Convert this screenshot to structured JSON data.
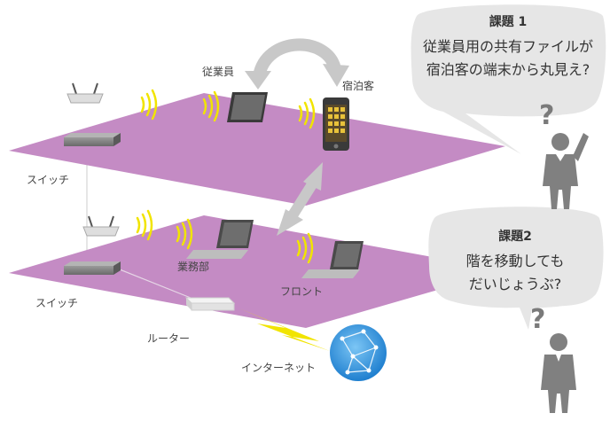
{
  "colors": {
    "floor": "#c48bc4",
    "bubble": "#e6e6e6",
    "person": "#808080",
    "wifi": "#f1e400",
    "arrow": "#c8c8c8",
    "globe": "#2a8fd6"
  },
  "labels": {
    "staff": "従業員",
    "guest": "宿泊客",
    "switch_upper": "スイッチ",
    "switch_lower": "スイッチ",
    "office": "業務部",
    "front": "フロント",
    "router": "ルーター",
    "internet": "インターネット"
  },
  "issues": [
    {
      "title": "課題 1",
      "lines": [
        "従業員用の共有ファイルが",
        "宿泊客の端末から丸見え?"
      ]
    },
    {
      "title": "課題2",
      "lines": [
        "階を移動しても",
        "だいじょうぶ?"
      ]
    }
  ],
  "icons": [
    "wifi-access-point-icon",
    "network-switch-icon",
    "tablet-icon",
    "smartphone-icon",
    "laptop-icon",
    "router-icon",
    "globe-network-icon",
    "person-icon",
    "question-mark-icon",
    "lightning-bolt-icon"
  ]
}
